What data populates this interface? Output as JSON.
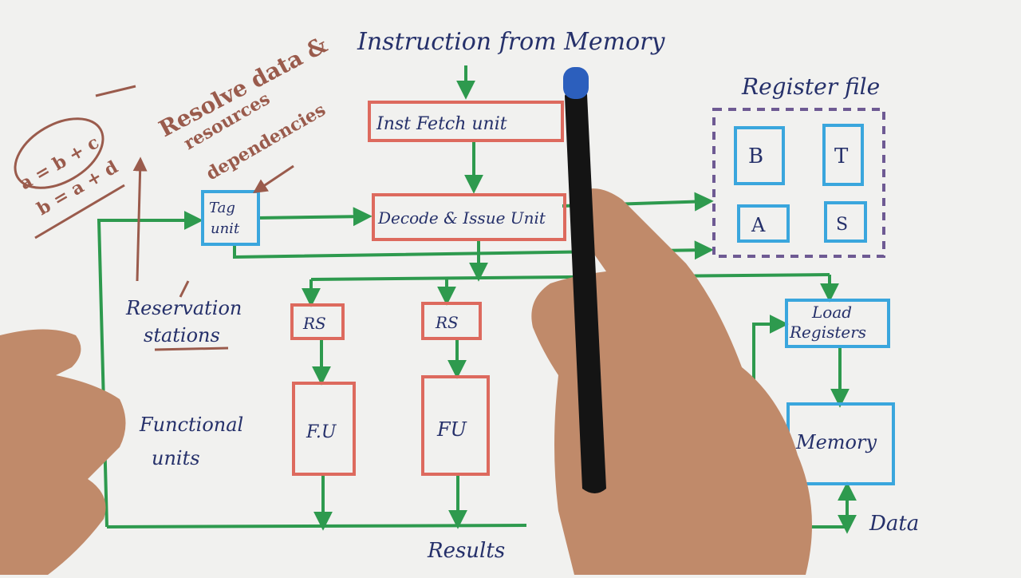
{
  "diagram": {
    "title": "Instruction from Memory",
    "register_file_label": "Register file",
    "blocks": {
      "fetch": "Inst Fetch unit",
      "decode": "Decode & Issue Unit",
      "tag_line1": "Tag",
      "tag_line2": "unit",
      "rs1": "RS",
      "rs2": "RS",
      "fu1": "F.U",
      "fu2": "FU",
      "load_line1": "Load",
      "load_line2": "Registers",
      "memory": "Memory"
    },
    "registers": [
      "B",
      "T",
      "A",
      "S"
    ],
    "annotations": {
      "resolve_line1": "Resolve data &",
      "resolve_line2": "resources",
      "resolve_line3": "dependencies",
      "eq1": "a = b + c",
      "eq2": "b = a + d",
      "rs_label_line1": "Reservation",
      "rs_label_line2": "stations",
      "fu_label_line1": "Functional",
      "fu_label_line2": "units",
      "results": "Results",
      "data": "Data"
    },
    "colors": {
      "paper": "#f1f1ef",
      "arrow_green": "#2e9a4e",
      "box_red": "#dd6a5e",
      "box_blue": "#3aa6dd",
      "ink_navy": "#25306a",
      "ink_brown": "#9a5b4c",
      "dashed_purple": "#6e5a93",
      "skin": "#c08a6a",
      "pen_body": "#141414",
      "pen_cap": "#2c5fbd"
    },
    "icons": {
      "hand": "hand-holding-pen",
      "pen": "pen-icon"
    }
  }
}
